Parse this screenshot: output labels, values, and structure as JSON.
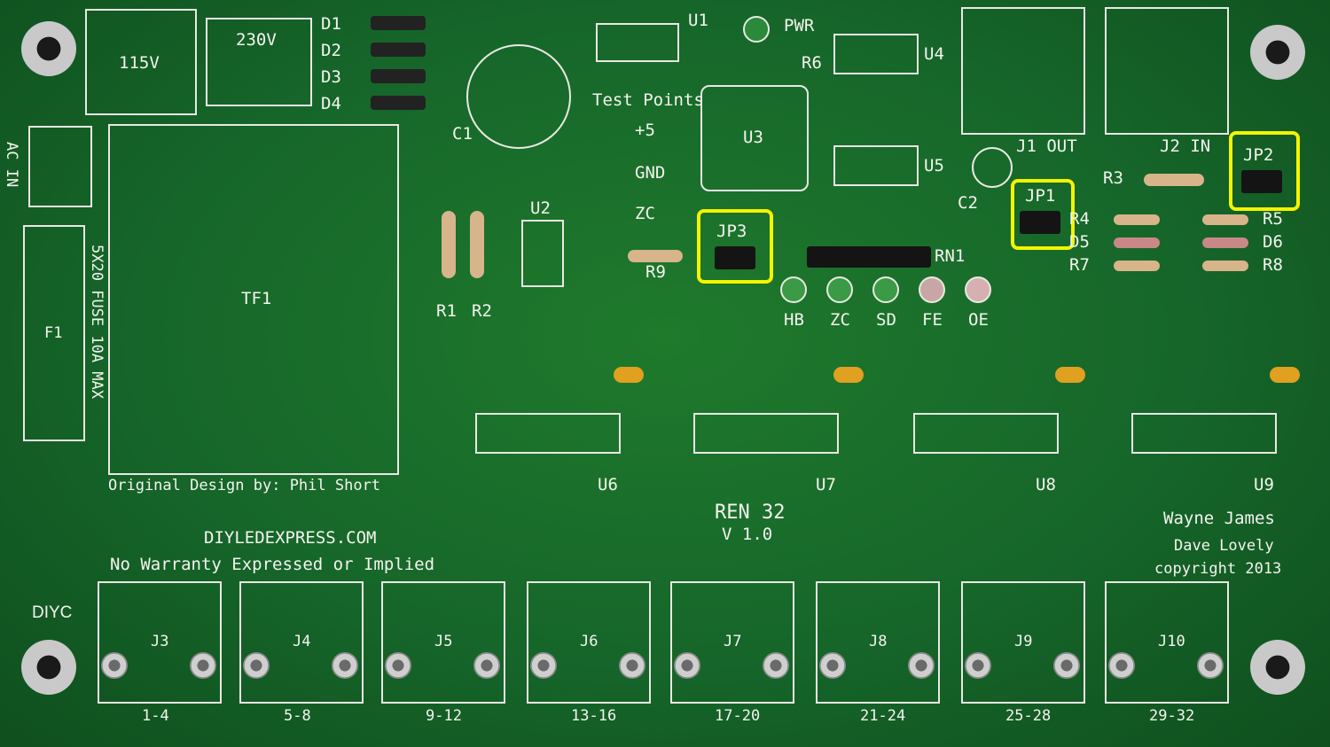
{
  "board": {
    "title": "REN 32",
    "version": "V 1.0",
    "website": "DIYLEDEXPRESS.COM",
    "warranty": "No Warranty Expressed or Implied",
    "original_design": "Original Design by: Phil Short",
    "authors": [
      "Wayne James",
      "Dave Lovely"
    ],
    "copyright": "copyright 2013",
    "logo_text": "DIYC",
    "fuse_note": "5X20 FUSE 10A MAX",
    "ac_in": "AC IN",
    "test_points_title": "Test Points",
    "test_points": [
      "+5",
      "GND",
      "ZC"
    ],
    "voltage_115": "115V",
    "voltage_230": "230V",
    "transformer": "TF1",
    "fuse": "F1",
    "diodes": [
      "D1",
      "D2",
      "D3",
      "D4"
    ],
    "pwr": "PWR",
    "r6": "R6",
    "u1": "U1",
    "u2": "U2",
    "u3": "U3",
    "u4": "U4",
    "u5": "U5",
    "c1": "C1",
    "c2": "C2",
    "r1": "R1",
    "r2": "R2",
    "r3": "R3",
    "r9": "R9",
    "rn1": "RN1",
    "j1": "J1 OUT",
    "j2": "J2 IN",
    "jp1": "JP1",
    "jp2": "JP2",
    "jp3": "JP3",
    "r_right_left": [
      "R4",
      "D5",
      "R7"
    ],
    "r_right_right": [
      "R5",
      "D6",
      "R8"
    ],
    "status_leds": [
      "HB",
      "ZC",
      "SD",
      "FE",
      "OE"
    ],
    "drivers": [
      "U6",
      "U7",
      "U8",
      "U9"
    ],
    "jacks": [
      "J3",
      "J4",
      "J5",
      "J6",
      "J7",
      "J8",
      "J9",
      "J10"
    ],
    "ranges": [
      "1-4",
      "5-8",
      "9-12",
      "13-16",
      "17-20",
      "21-24",
      "25-28",
      "29-32"
    ],
    "highlight_color": "#f4f400",
    "board_color": "#16662a"
  }
}
